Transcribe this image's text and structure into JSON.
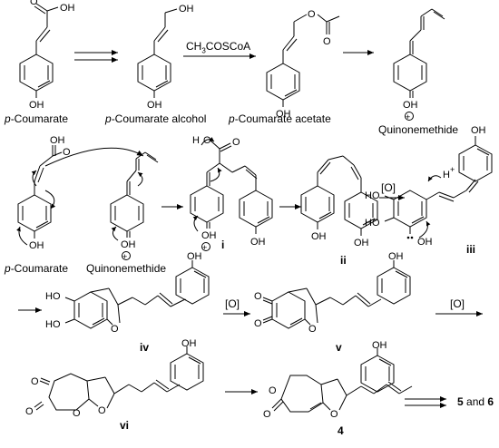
{
  "row1": {
    "p_coumarate": {
      "prefix": "p",
      "rest": "-Coumarate"
    },
    "p_coumarate_alcohol": {
      "prefix": "p",
      "rest": "-Coumarate alcohol"
    },
    "p_coumarate_acetate": {
      "prefix": "p",
      "rest": "-Coumarate acetate"
    },
    "quinonemethide": "Quinonemethide",
    "reagent": "CH3COSCoA"
  },
  "row2": {
    "p_coumarate": {
      "prefix": "p",
      "rest": "-Coumarate"
    },
    "quinonemethide": "Quinonemethide",
    "i": "i",
    "ii": "ii",
    "iii": "iii",
    "oxidation": "[O]"
  },
  "row3": {
    "iv": "iv",
    "v": "v",
    "oxidation_1": "[O]",
    "oxidation_2": "[O]"
  },
  "row4": {
    "vi": "vi",
    "compound4": "4",
    "products": {
      "a": "5",
      "join": " and ",
      "b": "6"
    }
  },
  "atoms": {
    "OH": "OH",
    "HO": "HO",
    "O": "O",
    "H": "H",
    "H_plus": "H",
    "plus": "+"
  }
}
